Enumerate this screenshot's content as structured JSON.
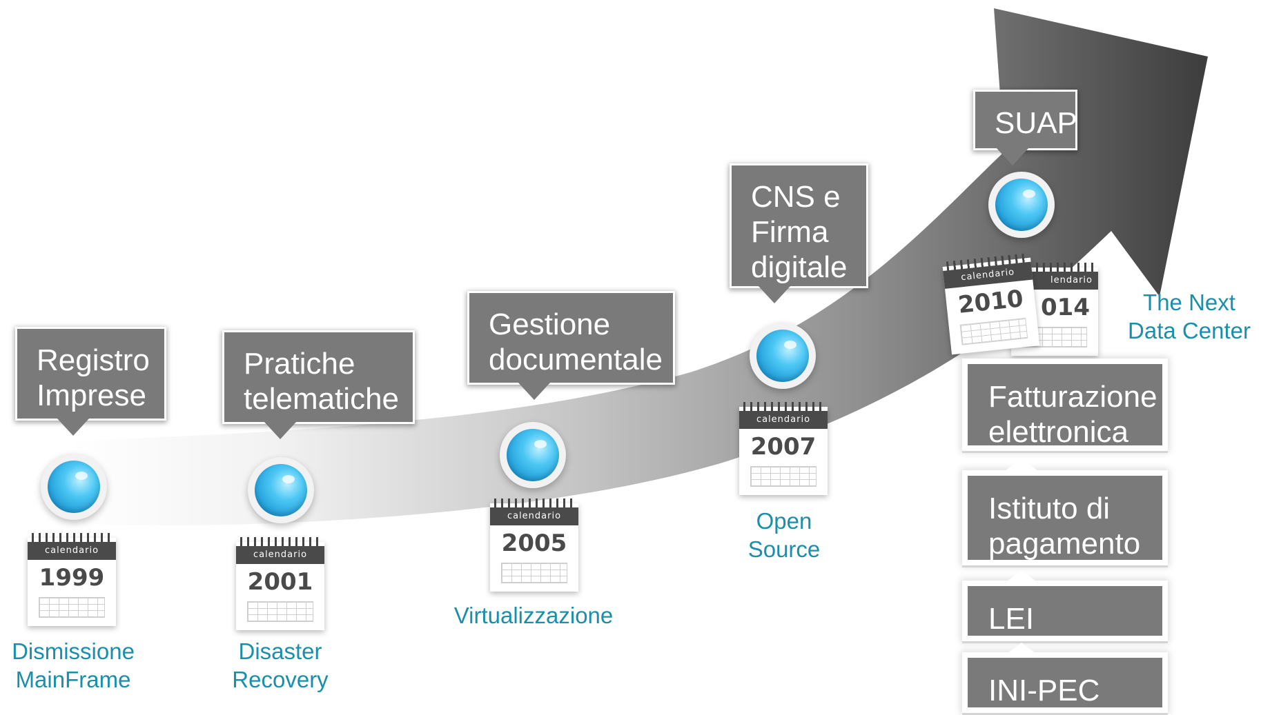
{
  "milestones": [
    {
      "callout": [
        "Registro",
        "Imprese"
      ],
      "year": "1999",
      "calendar_label": "calendario",
      "caption": [
        "Dismissione",
        "MainFrame"
      ]
    },
    {
      "callout": [
        "Pratiche",
        "telematiche"
      ],
      "year": "2001",
      "calendar_label": "calendario",
      "caption": [
        "Disaster",
        "Recovery"
      ]
    },
    {
      "callout": [
        "Gestione",
        "documentale"
      ],
      "year": "2005",
      "calendar_label": "calendario",
      "caption": [
        "Virtualizzazione"
      ]
    },
    {
      "callout": [
        "CNS e",
        "Firma",
        "digitale"
      ],
      "year": "2007",
      "calendar_label": "calendario",
      "caption": [
        "Open",
        "Source"
      ]
    },
    {
      "callout": [
        "SUAP"
      ],
      "year": "2010",
      "year_back": "014",
      "calendar_label": "calendario",
      "calendar_label_back": "lendario",
      "caption": [
        "The Next",
        "Data Center"
      ]
    }
  ],
  "stack": [
    [
      "Fatturazione",
      "elettronica"
    ],
    [
      "Istituto di",
      "pagamento"
    ],
    [
      "LEI"
    ],
    [
      "INI-PEC"
    ]
  ],
  "colors": {
    "callout": "#7a7a7a",
    "caption": "#1a8fab",
    "arrow_dark": "#3a3a3a",
    "arrow_light": "#ffffff"
  }
}
